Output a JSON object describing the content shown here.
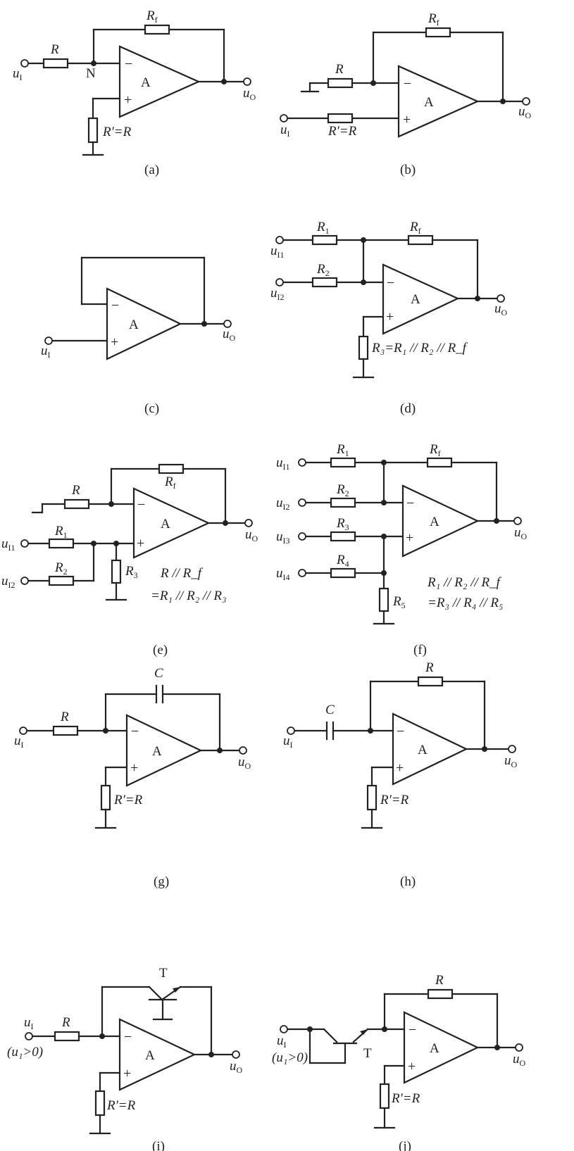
{
  "amp_label": "A",
  "minus": "−",
  "plus": "+",
  "ground_icon": "ground-icon",
  "a": {
    "caption": "(a)",
    "in": {
      "base": "u",
      "sub": "I"
    },
    "out": {
      "base": "u",
      "sub": "O"
    },
    "R": "R",
    "Rf": {
      "base": "R",
      "sub": "f"
    },
    "node_N": "N",
    "Rp": "R′=R"
  },
  "b": {
    "caption": "(b)",
    "in": {
      "base": "u",
      "sub": "I"
    },
    "out": {
      "base": "u",
      "sub": "O"
    },
    "R": "R",
    "Rf": {
      "base": "R",
      "sub": "f"
    },
    "Rp": "R′=R"
  },
  "c": {
    "caption": "(c)",
    "in": {
      "base": "u",
      "sub": "I"
    },
    "out": {
      "base": "u",
      "sub": "O"
    }
  },
  "d": {
    "caption": "(d)",
    "in1": {
      "base": "u",
      "sub": "I1"
    },
    "in2": {
      "base": "u",
      "sub": "I2"
    },
    "out": {
      "base": "u",
      "sub": "O"
    },
    "R1": {
      "base": "R",
      "sub": "1"
    },
    "R2": {
      "base": "R",
      "sub": "2"
    },
    "Rf": {
      "base": "R",
      "sub": "f"
    },
    "R3_eq": "R₃=R₁ // R₂ // R_f"
  },
  "e": {
    "caption": "(e)",
    "in1": {
      "base": "u",
      "sub": "I1"
    },
    "in2": {
      "base": "u",
      "sub": "I2"
    },
    "out": {
      "base": "u",
      "sub": "O"
    },
    "R": "R",
    "Rf": {
      "base": "R",
      "sub": "f"
    },
    "R1": {
      "base": "R",
      "sub": "1"
    },
    "R2": {
      "base": "R",
      "sub": "2"
    },
    "R3": {
      "base": "R",
      "sub": "3"
    },
    "eq_line1": "R // R_f",
    "eq_line2": "=R₁ // R₂ // R₃"
  },
  "f": {
    "caption": "(f)",
    "in1": {
      "base": "u",
      "sub": "I1"
    },
    "in2": {
      "base": "u",
      "sub": "I2"
    },
    "in3": {
      "base": "u",
      "sub": "I3"
    },
    "in4": {
      "base": "u",
      "sub": "I4"
    },
    "out": {
      "base": "u",
      "sub": "O"
    },
    "R1": {
      "base": "R",
      "sub": "1"
    },
    "R2": {
      "base": "R",
      "sub": "2"
    },
    "R3": {
      "base": "R",
      "sub": "3"
    },
    "R4": {
      "base": "R",
      "sub": "4"
    },
    "R5": {
      "base": "R",
      "sub": "5"
    },
    "Rf": {
      "base": "R",
      "sub": "f"
    },
    "eq_line1": "R₁ // R₂ // R_f",
    "eq_line2": "=R₃ // R₄ // R₅"
  },
  "g": {
    "caption": "(g)",
    "in": {
      "base": "u",
      "sub": "I"
    },
    "out": {
      "base": "u",
      "sub": "O"
    },
    "R": "R",
    "C": "C",
    "Rp": "R′=R"
  },
  "h": {
    "caption": "(h)",
    "in": {
      "base": "u",
      "sub": "I"
    },
    "out": {
      "base": "u",
      "sub": "O"
    },
    "R": "R",
    "C": "C",
    "Rp": "R′=R"
  },
  "i": {
    "caption": "(i)",
    "in": {
      "base": "u",
      "sub": "I"
    },
    "cond": "(u₁>0)",
    "out": {
      "base": "u",
      "sub": "O"
    },
    "R": "R",
    "T": "T",
    "Rp": "R′=R"
  },
  "j": {
    "caption": "(j)",
    "in": {
      "base": "u",
      "sub": "I"
    },
    "cond": "(u₁>0)",
    "out": {
      "base": "u",
      "sub": "O"
    },
    "R": "R",
    "T": "T",
    "Rp": "R′=R"
  }
}
